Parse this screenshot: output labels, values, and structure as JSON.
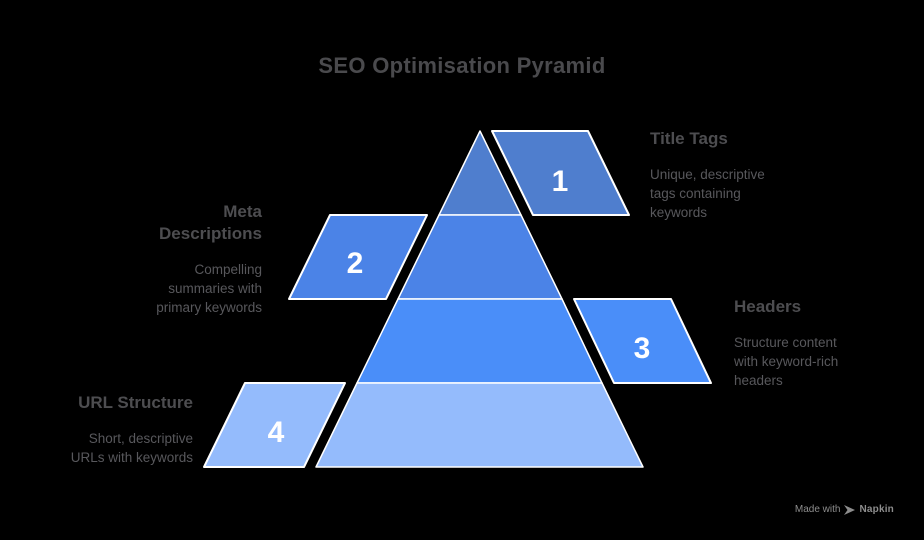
{
  "title": "SEO Optimisation Pyramid",
  "levels": [
    {
      "number": "1",
      "label": "Title Tags",
      "description": "Unique, descriptive\ntags containing\nkeywords",
      "color": "#4f7ece",
      "side": "right"
    },
    {
      "number": "2",
      "label": "Meta\nDescriptions",
      "description": "Compelling\nsummaries with\nprimary keywords",
      "color": "#4b83e7",
      "side": "left"
    },
    {
      "number": "3",
      "label": "Headers",
      "description": "Structure content\nwith keyword-rich\nheaders",
      "color": "#4a8ef9",
      "side": "right"
    },
    {
      "number": "4",
      "label": "URL Structure",
      "description": "Short, descriptive\nURLs with keywords",
      "color": "#94bbfc",
      "side": "left"
    }
  ],
  "watermark": {
    "text_prefix": "Made with",
    "brand": "Napkin"
  },
  "colors": {
    "background": "#000000",
    "title_text": "#4a4a4d",
    "heading_text": "#4d4d50",
    "description_text": "#58585c",
    "number_text": "#ffffff",
    "separator_stroke": "#ffffff"
  }
}
